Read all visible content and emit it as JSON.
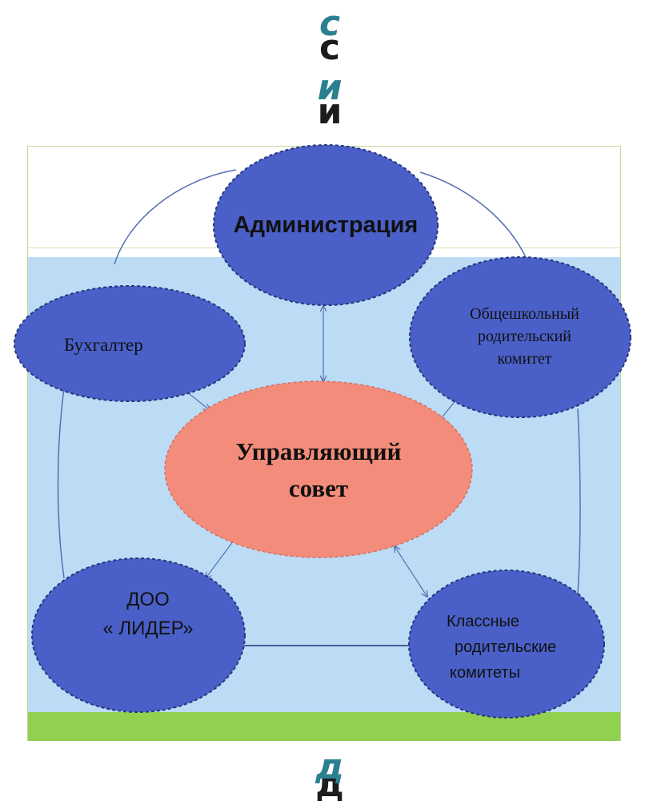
{
  "glyphs": {
    "top_1": "с",
    "top_2": "и",
    "bottom_1": "д"
  },
  "diagram": {
    "nodes": {
      "administration": "Администрация",
      "accountant": "Бухгалтер",
      "school_parent_committee": [
        "Общешкольный",
        "родительский",
        "комитет"
      ],
      "governing_council": [
        "Управляющий",
        "совет"
      ],
      "doo_leader": [
        "ДОО",
        "« ЛИДЕР»"
      ],
      "class_parent_committees": [
        "Классные",
        "родительские",
        "комитеты"
      ]
    },
    "colors": {
      "node_fill": "#4a60c8",
      "node_border": "#27367e",
      "center_fill": "#f38c7a",
      "center_border": "#d47064",
      "connector": "#5670b0",
      "sky": "#bcdcf6",
      "grass": "#92d050"
    }
  }
}
